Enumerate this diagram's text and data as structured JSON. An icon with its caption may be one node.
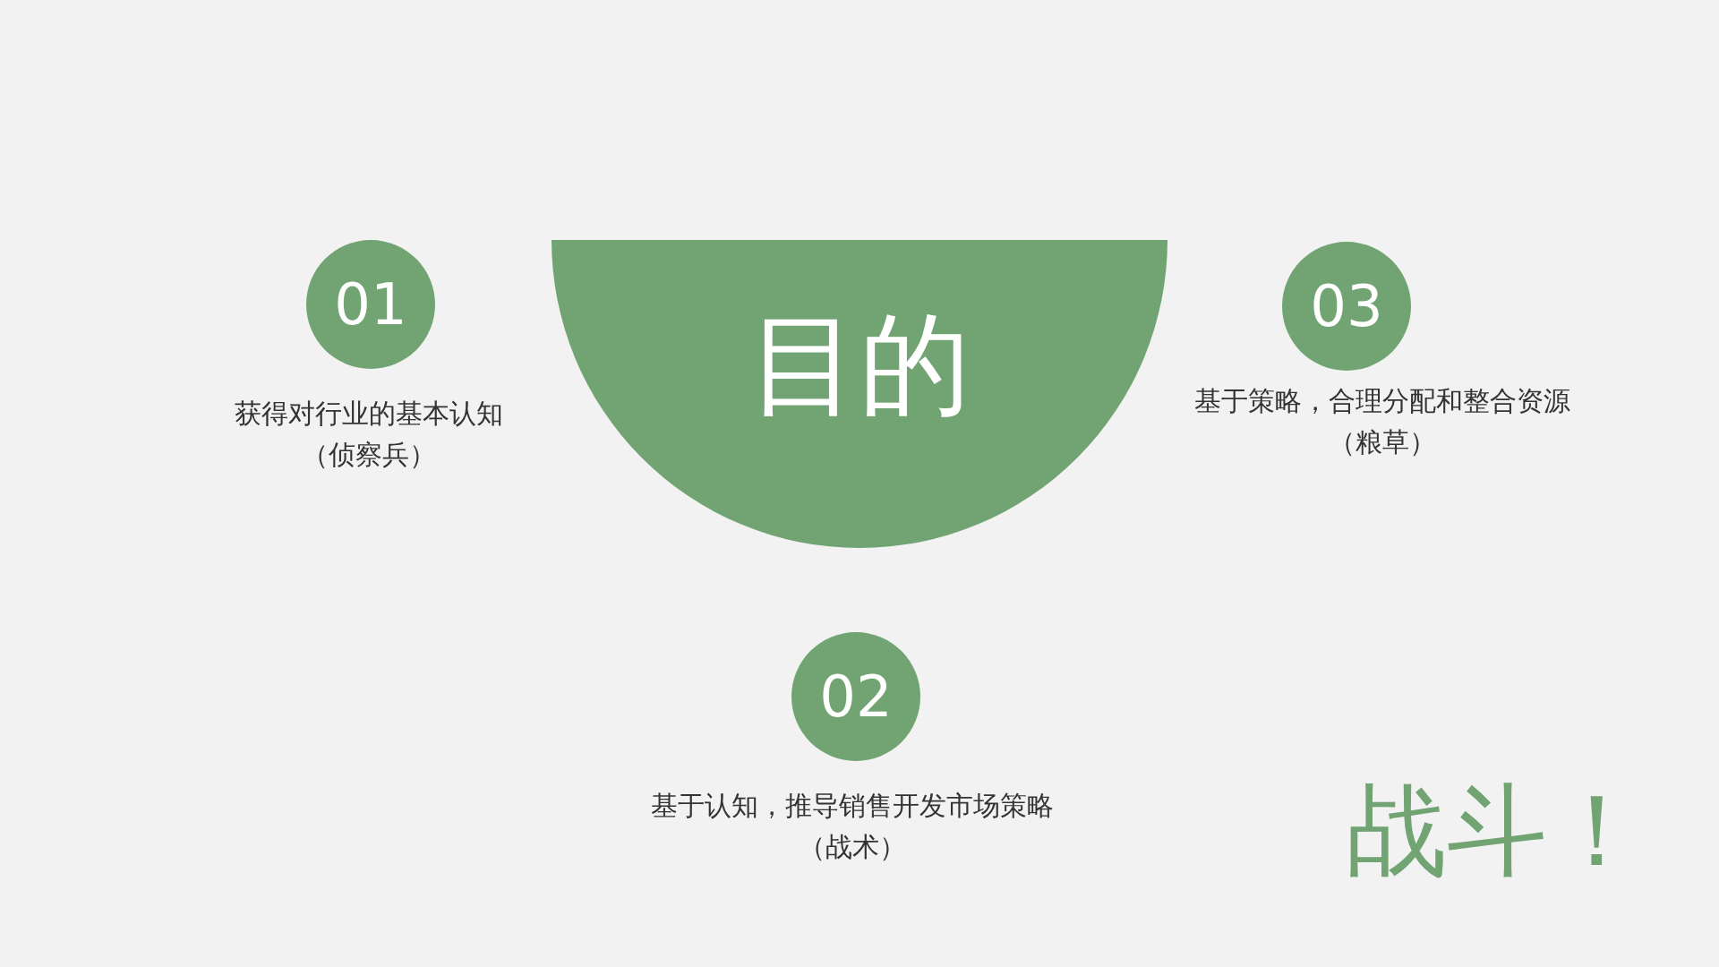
{
  "diagram": {
    "nodes": [
      {
        "text": [
          "目的"
        ]
      },
      {
        "text": [
          "01"
        ],
        "beside": [
          "获得对行业的基本认知",
          "（侦察兵）"
        ]
      },
      {
        "text": [
          "03"
        ],
        "beside": [
          "基于策略，合理分配和整合资源",
          "（粮草）"
        ]
      },
      {
        "text": [
          "02"
        ],
        "beside": [
          "基于认知，推导销售开发市场策略",
          "（战术）"
        ]
      }
    ],
    "labels": [
      "战斗！"
    ]
  }
}
